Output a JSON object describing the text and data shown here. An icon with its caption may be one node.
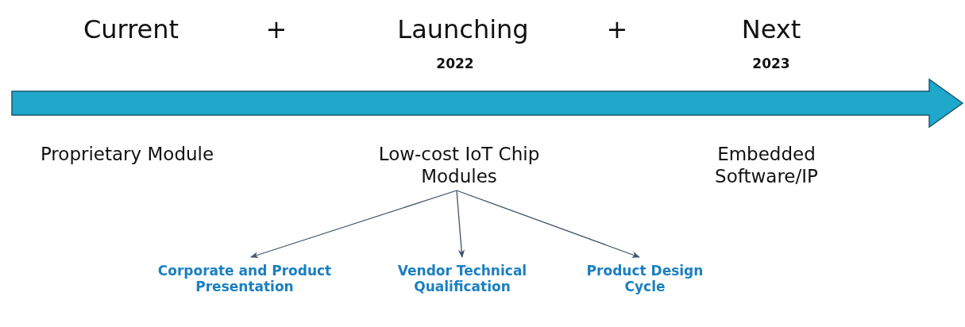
{
  "diagram": {
    "nodes": [
      {
        "text": [
          "Low-cost IoT Chip Modules"
        ]
      },
      {
        "text": [
          "Corporate and Product Presentation"
        ]
      },
      {
        "text": [
          "Vendor Technical Qualification"
        ]
      },
      {
        "text": [
          "Product Design Cycle"
        ]
      }
    ],
    "edges": [
      {
        "from": 0,
        "to": 1,
        "arrow": "to"
      },
      {
        "from": 0,
        "to": 2,
        "arrow": "to"
      },
      {
        "from": 0,
        "to": 3,
        "arrow": "to"
      }
    ],
    "labels": [
      "Current",
      "+",
      "Launching",
      "+",
      "Next",
      "2022",
      "2023",
      "Proprietary Module",
      "Embedded Software/IP"
    ]
  }
}
